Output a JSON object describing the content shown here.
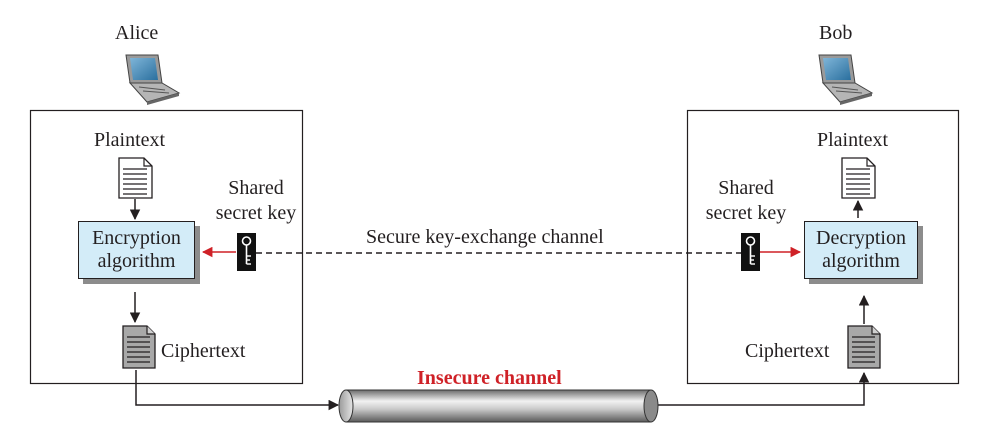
{
  "alice": {
    "name": "Alice",
    "plaintext": "Plaintext",
    "algorithm_line1": "Encryption",
    "algorithm_line2": "algorithm",
    "ciphertext": "Ciphertext",
    "key_line1": "Shared",
    "key_line2": "secret key"
  },
  "bob": {
    "name": "Bob",
    "plaintext": "Plaintext",
    "algorithm_line1": "Decryption",
    "algorithm_line2": "algorithm",
    "ciphertext": "Ciphertext",
    "key_line1": "Shared",
    "key_line2": "secret key"
  },
  "channels": {
    "secure": "Secure key-exchange channel",
    "insecure": "Insecure channel"
  },
  "colors": {
    "algorithm_fill": "#d3ecf8",
    "key_arrow": "#cf2127",
    "insecure_label": "#cf2127"
  }
}
